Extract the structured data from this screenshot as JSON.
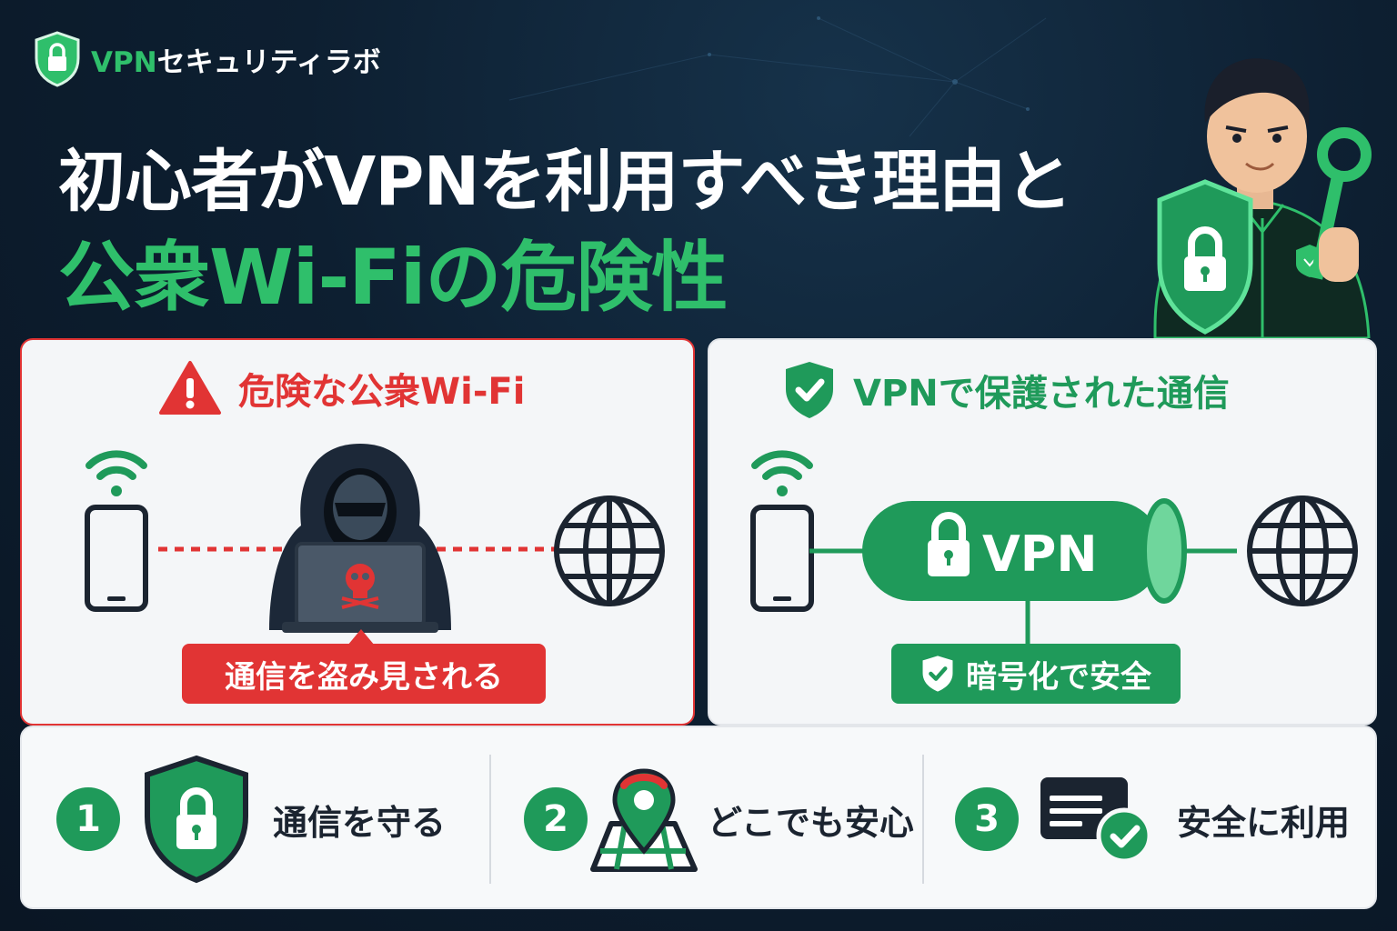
{
  "brand": {
    "vpn": "VPN",
    "rest": "セキュリティラボ",
    "icon": "shield-lock-icon"
  },
  "title": {
    "line1": "初心者がVPNを利用すべき理由と",
    "line2": "公衆Wi-Fiの危険性"
  },
  "danger": {
    "heading": "危険な公衆Wi-Fi",
    "heading_icon": "warning-icon",
    "badge": "通信を盗み見される",
    "icons": [
      "wifi-icon",
      "smartphone-icon",
      "hacker-icon",
      "laptop-skull-icon",
      "globe-icon"
    ]
  },
  "safe": {
    "heading": "VPNで保護された通信",
    "heading_icon": "shield-check-icon",
    "tunnel_label": "VPN",
    "badge": "暗号化で安全",
    "icons": [
      "wifi-icon",
      "smartphone-icon",
      "vpn-tunnel-icon",
      "globe-icon"
    ]
  },
  "features": [
    {
      "num": "1",
      "label": "通信を守る",
      "icon": "shield-lock-icon"
    },
    {
      "num": "2",
      "label": "どこでも安心",
      "icon": "map-pin-icon"
    },
    {
      "num": "3",
      "label": "安全に利用",
      "icon": "card-check-icon"
    }
  ],
  "colors": {
    "green": "#1f9a5a",
    "bright_green": "#2fbf6b",
    "red": "#e13434",
    "navy": "#0b1a2a",
    "dark": "#1b2430"
  }
}
